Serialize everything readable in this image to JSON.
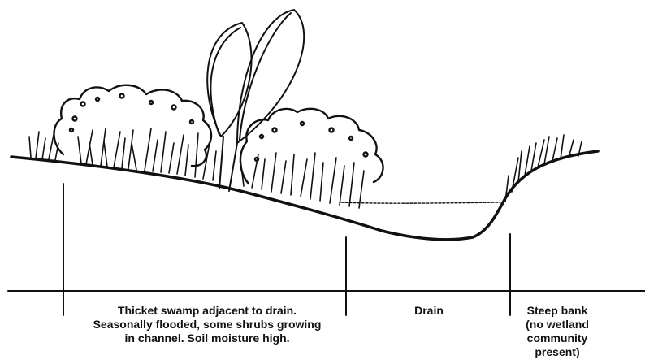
{
  "zones": {
    "thicket": {
      "lines": [
        "Thicket swamp adjacent to drain.",
        "Seasonally flooded, some shrubs growing",
        "in channel.  Soil moisture high."
      ]
    },
    "drain": {
      "lines": [
        "Drain"
      ]
    },
    "bank": {
      "lines": [
        "Steep bank",
        "(no wetland",
        "community",
        "present)"
      ]
    }
  },
  "colors": {
    "ink": "#111111",
    "background": "#ffffff"
  }
}
